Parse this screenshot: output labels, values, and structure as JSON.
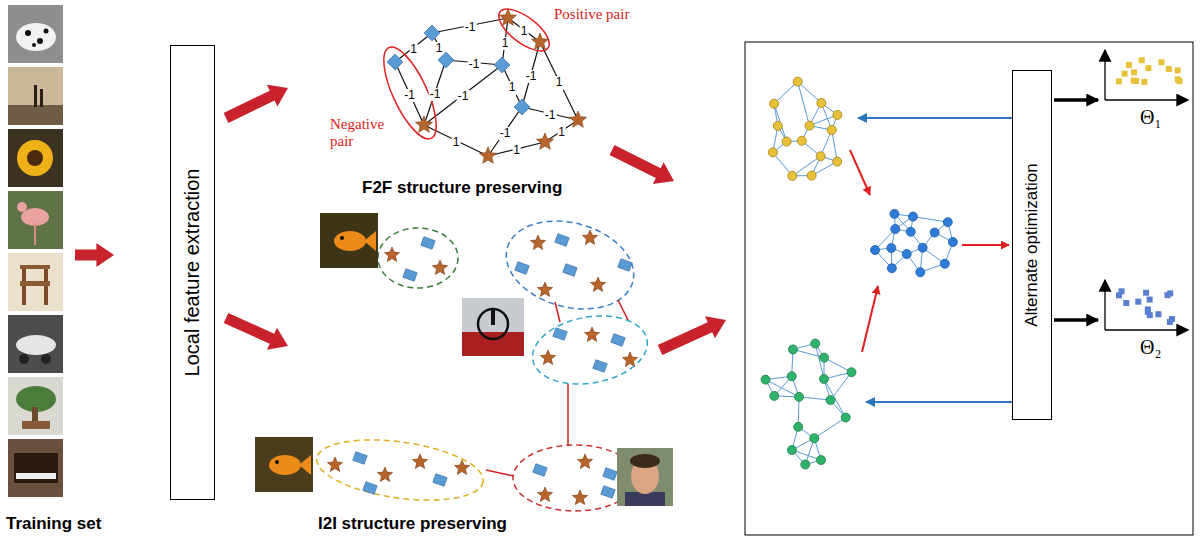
{
  "diagram": {
    "nodes": [
      {
        "text": [
          "Local feature extraction"
        ]
      },
      {
        "text": [
          "Alternate optimization"
        ]
      }
    ],
    "labels": [
      "Training set",
      "F2F structure preserving",
      "I2I structure preserving",
      "Positive pair",
      "Negative pair",
      "1",
      "1",
      "-1",
      "-1",
      "-1",
      "-1",
      "1",
      "1",
      "1",
      "-1",
      "1",
      "-1",
      "-1",
      "1",
      "-1",
      "1",
      "1",
      "Θ₁",
      "Θ₂"
    ]
  }
}
